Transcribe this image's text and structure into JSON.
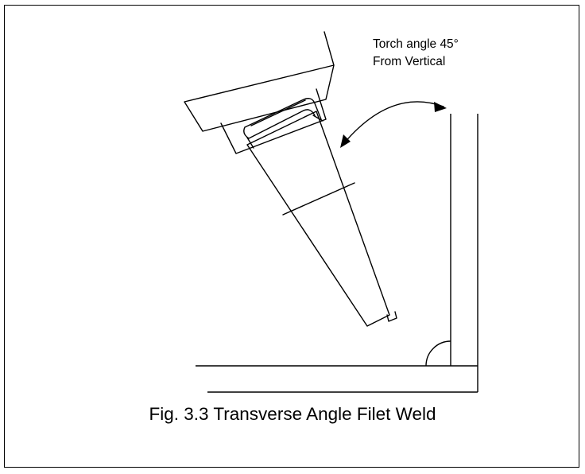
{
  "annotation": {
    "line1": "Torch angle 45°",
    "line2": "From Vertical"
  },
  "caption": "Fig. 3.3  Transverse Angle Filet Weld",
  "colors": {
    "stroke": "#000000",
    "background": "#ffffff"
  }
}
